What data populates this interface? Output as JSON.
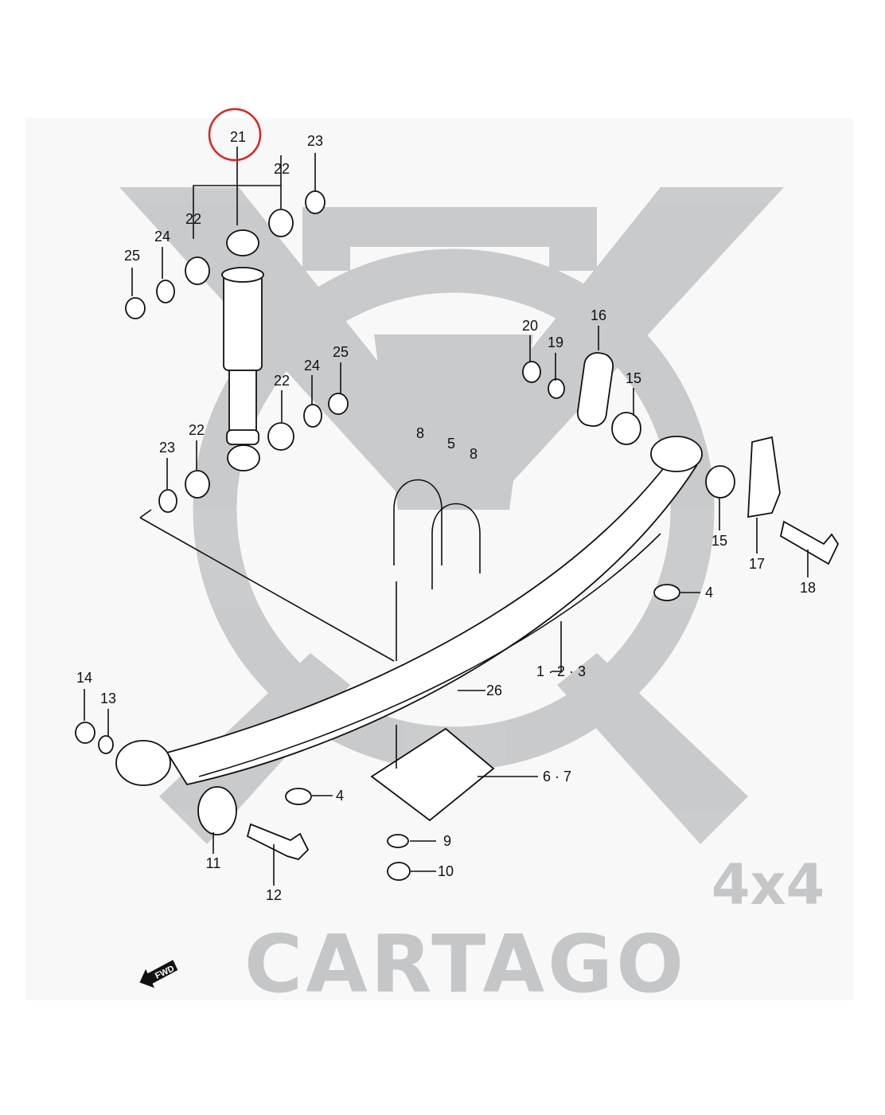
{
  "diagram": {
    "type": "exploded parts diagram",
    "highlighted_part": "21",
    "highlight_color": "#e0201c",
    "watermark": {
      "text": "CARTAGO",
      "subtext": "4x4",
      "color": "#c4c6c8"
    },
    "direction_marker": "FWD",
    "labels": [
      "21",
      "23",
      "22",
      "22",
      "24",
      "25",
      "20",
      "16",
      "19",
      "15",
      "24",
      "25",
      "22",
      "22",
      "23",
      "8",
      "5",
      "8",
      "15",
      "17",
      "18",
      "4",
      "1 · 2 · 3",
      "26",
      "14",
      "13",
      "6 · 7",
      "4",
      "9",
      "10",
      "11",
      "12"
    ]
  }
}
